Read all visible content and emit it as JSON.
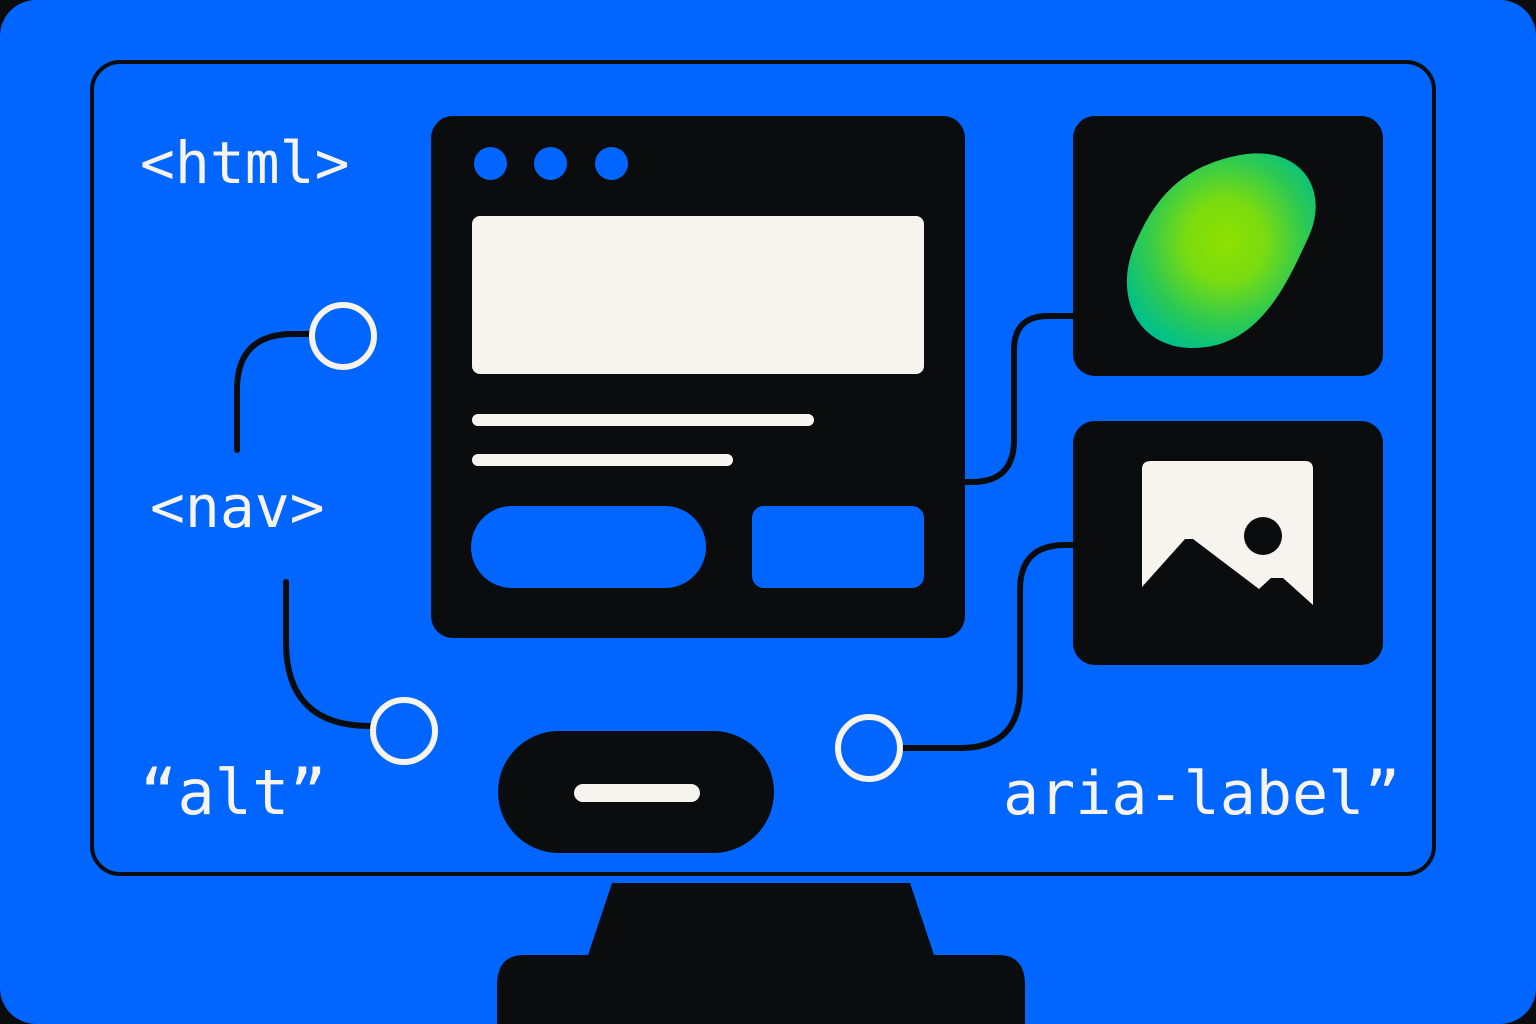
{
  "labels": {
    "html": "<html>",
    "nav": "<nav>",
    "alt": "“alt”",
    "aria_label": "aria-label”"
  },
  "icons": {
    "blob": "gradient-blob-icon",
    "image": "image-placeholder-icon"
  },
  "colors": {
    "background": "#0066ff",
    "ink": "#0b0c0e",
    "paper": "#f7f3ee",
    "blob_inner": "#8fe000",
    "blob_outer": "#00c08a"
  }
}
